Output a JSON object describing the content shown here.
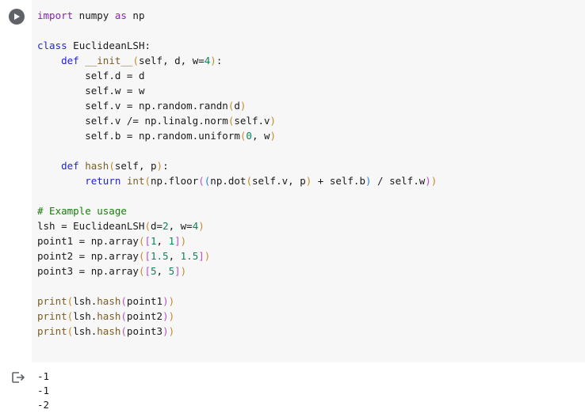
{
  "cell": {
    "run_icon": "play-icon",
    "code": {
      "import_kw": "import",
      "numpy": " numpy ",
      "as_kw": "as",
      "np": " np",
      "class_kw": "class",
      "class_name": " EuclideanLSH:",
      "def1": "def",
      "init_name": "__init__",
      "init_args": "self, d, w=",
      "w_default": "4",
      "colon": ":",
      "l_self_d": "self.d = d",
      "l_self_w": "self.w = w",
      "l_self_v_pre": "self.v = np.random.randn",
      "l_self_v_arg": "d",
      "l_norm_pre": "self.v /= np.linalg.norm",
      "l_norm_arg": "self.v",
      "l_b_pre": "self.b = np.random.uniform",
      "l_b_zero": "0",
      "l_b_rest": ", w",
      "def2": "def",
      "hash_name": "hash",
      "hash_args": "self, p",
      "return_kw": "return",
      "int_fn": "int",
      "ret_floor": "np.floor",
      "ret_dot": "np.dot",
      "ret_dot_args": "self.v, p",
      "ret_plus": " + self.b",
      "ret_div": " / self.w",
      "comment": "# Example usage",
      "lsh_pre": "lsh = EuclideanLSH",
      "lsh_d": "d=",
      "lsh_two": "2",
      "lsh_w": ", w=",
      "lsh_four": "4",
      "p1_pre": "point1 = np.array",
      "p1_a": "1",
      "p1_sep": ", ",
      "p1_b": "1",
      "p2_pre": "point2 = np.array",
      "p2_a": "1.5",
      "p2_sep": ", ",
      "p2_b": "1.5",
      "p3_pre": "point3 = np.array",
      "p3_a": "5",
      "p3_sep": ", ",
      "p3_b": "5",
      "print_fn": "print",
      "lsh_obj": "lsh.",
      "hash_fn": "hash",
      "arg1": "point1",
      "arg2": "point2",
      "arg3": "point3"
    }
  },
  "output": {
    "icon": "output-redirect-icon",
    "lines": [
      "-1",
      "-1",
      "-2"
    ]
  }
}
